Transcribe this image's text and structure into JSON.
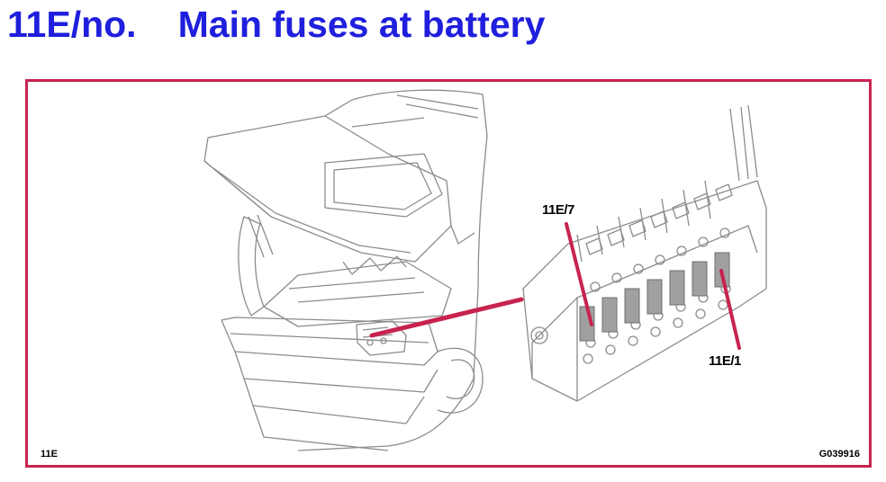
{
  "header": {
    "code": "11E/no.",
    "title": "Main fuses at battery"
  },
  "figure": {
    "code": "11E",
    "id": "G039916",
    "callouts": {
      "upper": "11E/7",
      "lower": "11E/1"
    },
    "colors": {
      "title": "#1f1fdd",
      "frame": "#c8234f",
      "leader": "#c8234f",
      "line_art": "#8c8c8c",
      "fuse_highlight": "#a0a0a0"
    }
  }
}
